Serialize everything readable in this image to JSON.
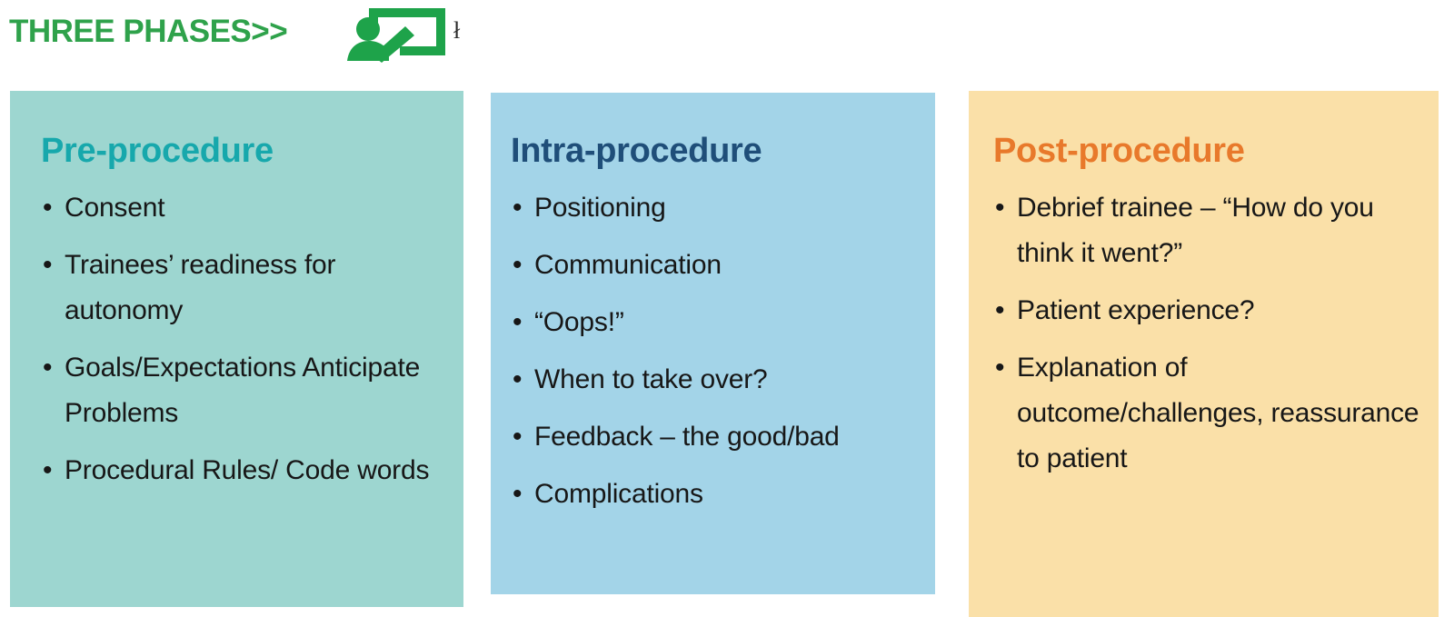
{
  "header": {
    "title": "THREE PHASES>>",
    "title_color": "#2FA24B",
    "icon_name": "teacher-presentation-icon",
    "icon_color": "#1EA34A",
    "artifact_glyph": "ł"
  },
  "panels": [
    {
      "id": "pre",
      "title": "Pre-procedure",
      "title_color": "#17A8AC",
      "background_color": "#9DD6D0",
      "bullets": [
        "Consent",
        "Trainees’ readiness for autonomy",
        "Goals/Expectations Anticipate Problems",
        "Procedural Rules/ Code words"
      ]
    },
    {
      "id": "intra",
      "title": "Intra-procedure",
      "title_color": "#1F4E79",
      "background_color": "#A3D4E8",
      "bullets": [
        "Positioning",
        "Communication",
        "“Oops!”",
        "When to take over?",
        "Feedback – the good/bad",
        "Complications"
      ]
    },
    {
      "id": "post",
      "title": "Post-procedure",
      "title_color": "#E8792B",
      "background_color": "#FAE0A8",
      "bullets": [
        "Debrief trainee – “How do you think it went?”",
        "Patient experience?",
        "Explanation of outcome/challenges, reassurance to patient"
      ]
    }
  ]
}
